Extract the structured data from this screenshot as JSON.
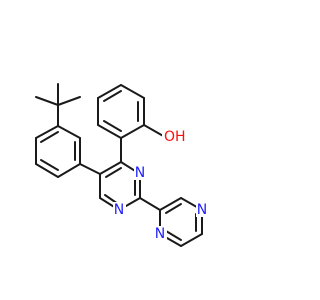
{
  "molecule": {
    "atoms": [
      {
        "id": "n1",
        "symbol": "N"
      },
      {
        "id": "n3",
        "symbol": "N"
      },
      {
        "id": "o",
        "symbol": "OH"
      },
      {
        "id": "n1p",
        "symbol": "N"
      },
      {
        "id": "n3p",
        "symbol": "N"
      }
    ],
    "colors": {
      "N": "#2020ff",
      "O": "#ff0d0d",
      "C": "#1a1a1a"
    }
  }
}
